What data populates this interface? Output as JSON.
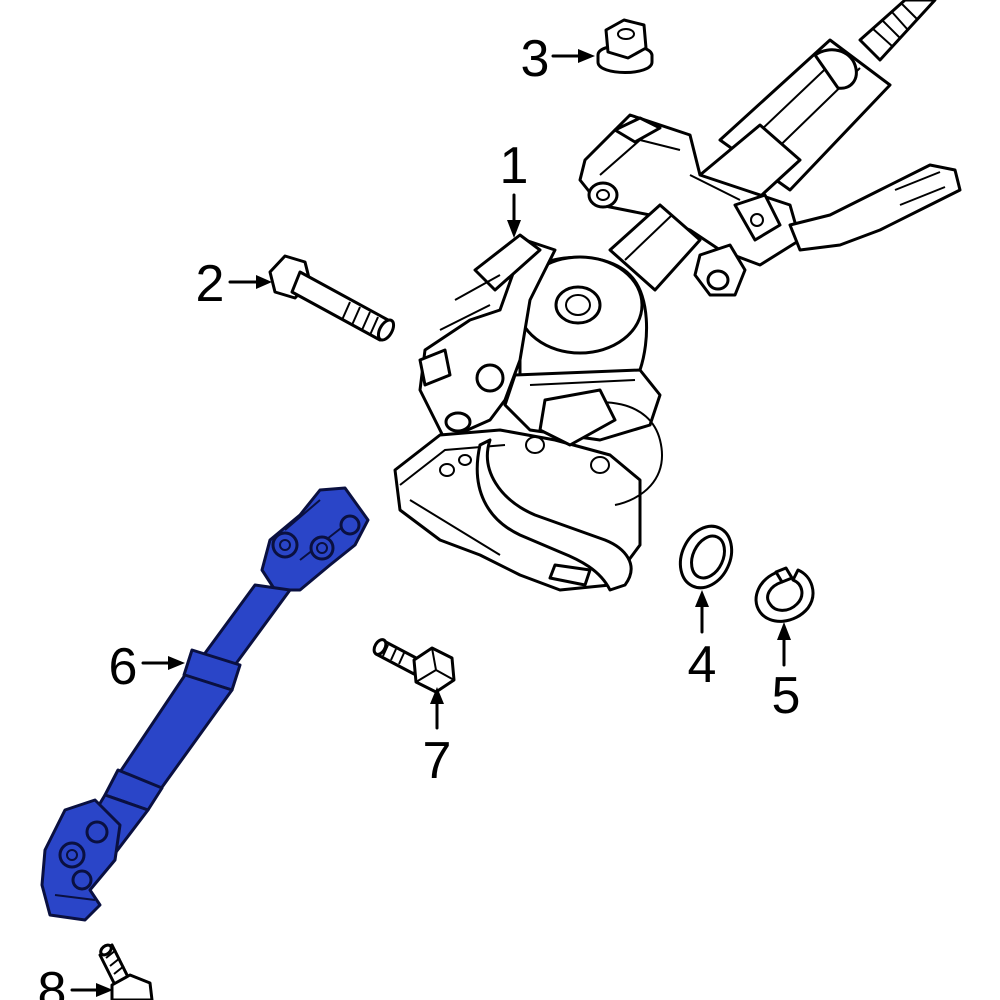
{
  "diagram": {
    "highlight_color": "#2a45c8",
    "line_color": "#000000",
    "callouts": [
      {
        "id": "1",
        "label": "1",
        "part": "steering-column-assembly",
        "arrow": "down"
      },
      {
        "id": "2",
        "label": "2",
        "part": "bolt",
        "arrow": "right"
      },
      {
        "id": "3",
        "label": "3",
        "part": "nut",
        "arrow": "right"
      },
      {
        "id": "4",
        "label": "4",
        "part": "seal-ring",
        "arrow": "up"
      },
      {
        "id": "5",
        "label": "5",
        "part": "clip-ring",
        "arrow": "up"
      },
      {
        "id": "6",
        "label": "6",
        "part": "intermediate-shaft",
        "arrow": "right",
        "highlighted": true
      },
      {
        "id": "7",
        "label": "7",
        "part": "bolt",
        "arrow": "up"
      },
      {
        "id": "8",
        "label": "8",
        "part": "bolt",
        "arrow": "right"
      }
    ]
  }
}
